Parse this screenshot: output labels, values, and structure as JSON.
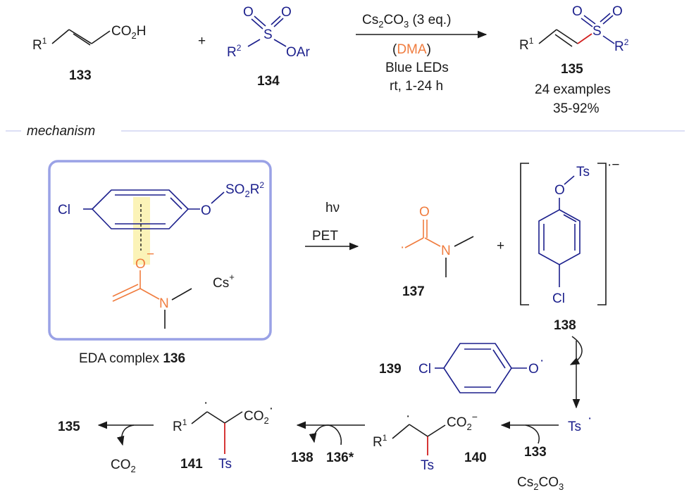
{
  "reaction": {
    "r1": "R",
    "r1_sup": "1",
    "co2h_a": "CO",
    "co2h_sub": "2",
    "co2h_b": "H",
    "label_133": "133",
    "plus": "+",
    "s": "S",
    "o": "O",
    "r2": "R",
    "r2_sup": "2",
    "oar": "OAr",
    "label_134": "134",
    "cond_line1_a": "Cs",
    "cond_line1_sub1": "2",
    "cond_line1_b": "CO",
    "cond_line1_sub2": "3",
    "cond_line1_c": " (3 eq.)",
    "cond_paren_open": "(",
    "cond_dma": "DMA",
    "cond_paren_close": ")",
    "cond_line3": "Blue LEDs",
    "cond_line4": "rt, 1-24 h",
    "label_135": "135",
    "examples": "24 examples",
    "yield": "35-92%"
  },
  "mechanism": {
    "section_label": "mechanism",
    "cl": "Cl",
    "o": "O",
    "so2r2_a": "SO",
    "so2r2_sub": "2",
    "so2r2_b": "R",
    "so2r2_sup": "2",
    "minus": "−",
    "n": "N",
    "cs": "Cs",
    "cs_sup": "+",
    "eda_label": "EDA complex ",
    "eda_num": "136",
    "hv": "hν",
    "pet": "PET",
    "dot": "·",
    "label_137": "137",
    "plus": "+",
    "ts": "Ts",
    "radical_anion": "·−",
    "label_138": "138",
    "label_139": "139",
    "label_140": "140",
    "label_141": "141",
    "co2_a": "CO",
    "co2_sub": "2",
    "label_133": "133",
    "cs2co3_a": "Cs",
    "cs2co3_sub1": "2",
    "cs2co3_b": "CO",
    "cs2co3_sub2": "3",
    "label_138_b": "138",
    "label_136s": "136*",
    "label_135": "135",
    "co2_gas_a": "CO",
    "co2_gas_sub": "2",
    "r1": "R",
    "r1_sup": "1"
  },
  "colors": {
    "navy": "#1b1f8c",
    "orange": "#f07c3e",
    "box": "#9aa2e6",
    "highlight": "#fbf3b8",
    "red_bond": "#d21f1f",
    "divider": "#c8ccef"
  }
}
